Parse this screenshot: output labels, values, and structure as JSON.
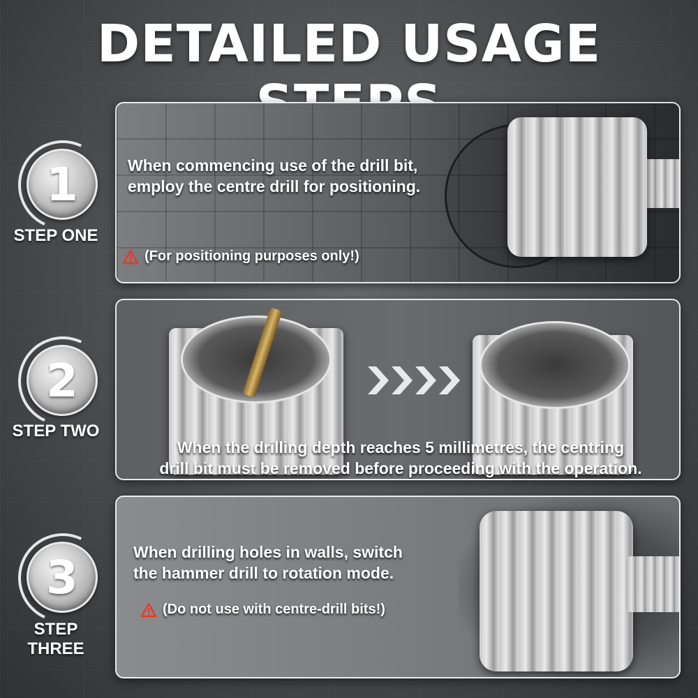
{
  "title": "DETAILED USAGE STEPS",
  "steps": [
    {
      "number": "1",
      "label": "STEP ONE",
      "text": "When commencing use of the drill bit,\nemploy the centre drill for positioning.",
      "note": "(For positioning purposes only!)"
    },
    {
      "number": "2",
      "label": "STEP TWO",
      "text": "When the drilling depth reaches 5 millimetres, the centring\ndrill bit must be removed before proceeding with the operation."
    },
    {
      "number": "3",
      "label": "STEP\nTHREE",
      "text": "When drilling holes in walls, switch\nthe hammer drill to rotation mode.",
      "note": "(Do not use with centre-drill bits!)"
    }
  ],
  "icons": {
    "warning": "warning-triangle-icon",
    "arrows": "chevron-right-icon"
  },
  "colors": {
    "text": "#ffffff",
    "warning": "#e23b2e"
  }
}
